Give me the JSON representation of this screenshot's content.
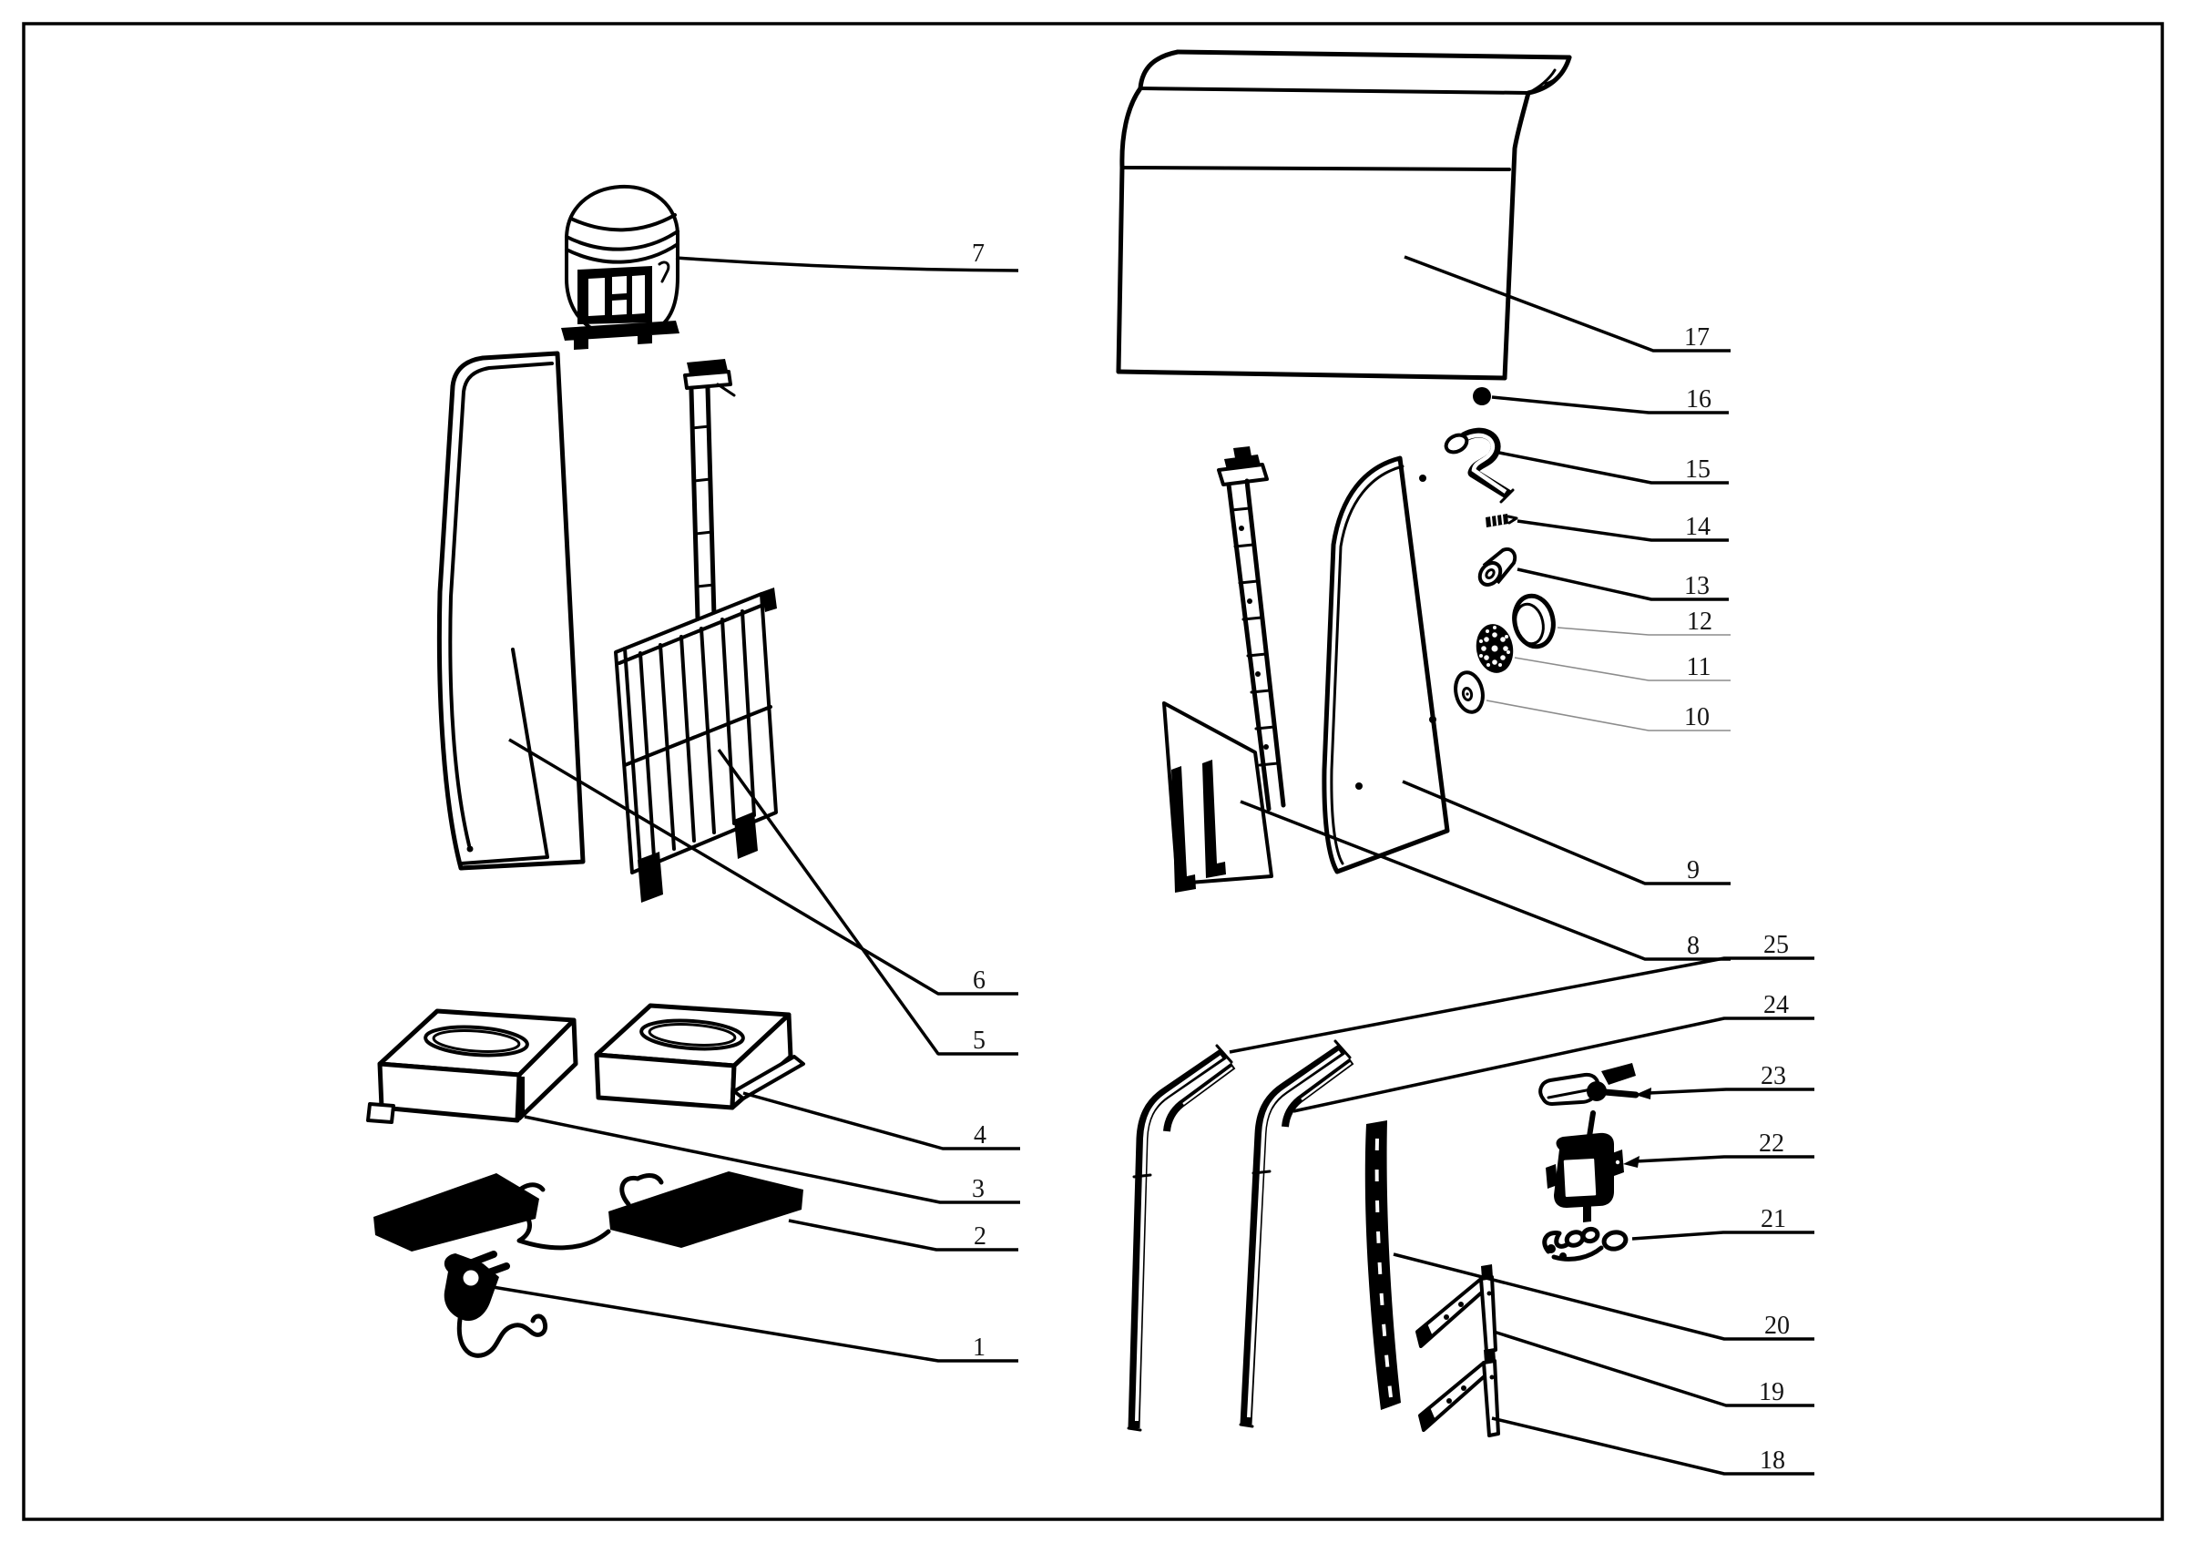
{
  "figure": {
    "kind": "exploded-parts-diagram",
    "background_color": "#ffffff",
    "ink_color": "#000000",
    "thin_leader_color": "#8c8c8c"
  },
  "callouts": [
    {
      "number": "1"
    },
    {
      "number": "2"
    },
    {
      "number": "3"
    },
    {
      "number": "4"
    },
    {
      "number": "5"
    },
    {
      "number": "6"
    },
    {
      "number": "7"
    },
    {
      "number": "8"
    },
    {
      "number": "9"
    },
    {
      "number": "10"
    },
    {
      "number": "11"
    },
    {
      "number": "12"
    },
    {
      "number": "13"
    },
    {
      "number": "14"
    },
    {
      "number": "15"
    },
    {
      "number": "16"
    },
    {
      "number": "17"
    },
    {
      "number": "18"
    },
    {
      "number": "19"
    },
    {
      "number": "20"
    },
    {
      "number": "21"
    },
    {
      "number": "22"
    },
    {
      "number": "23"
    },
    {
      "number": "24"
    },
    {
      "number": "25"
    }
  ]
}
